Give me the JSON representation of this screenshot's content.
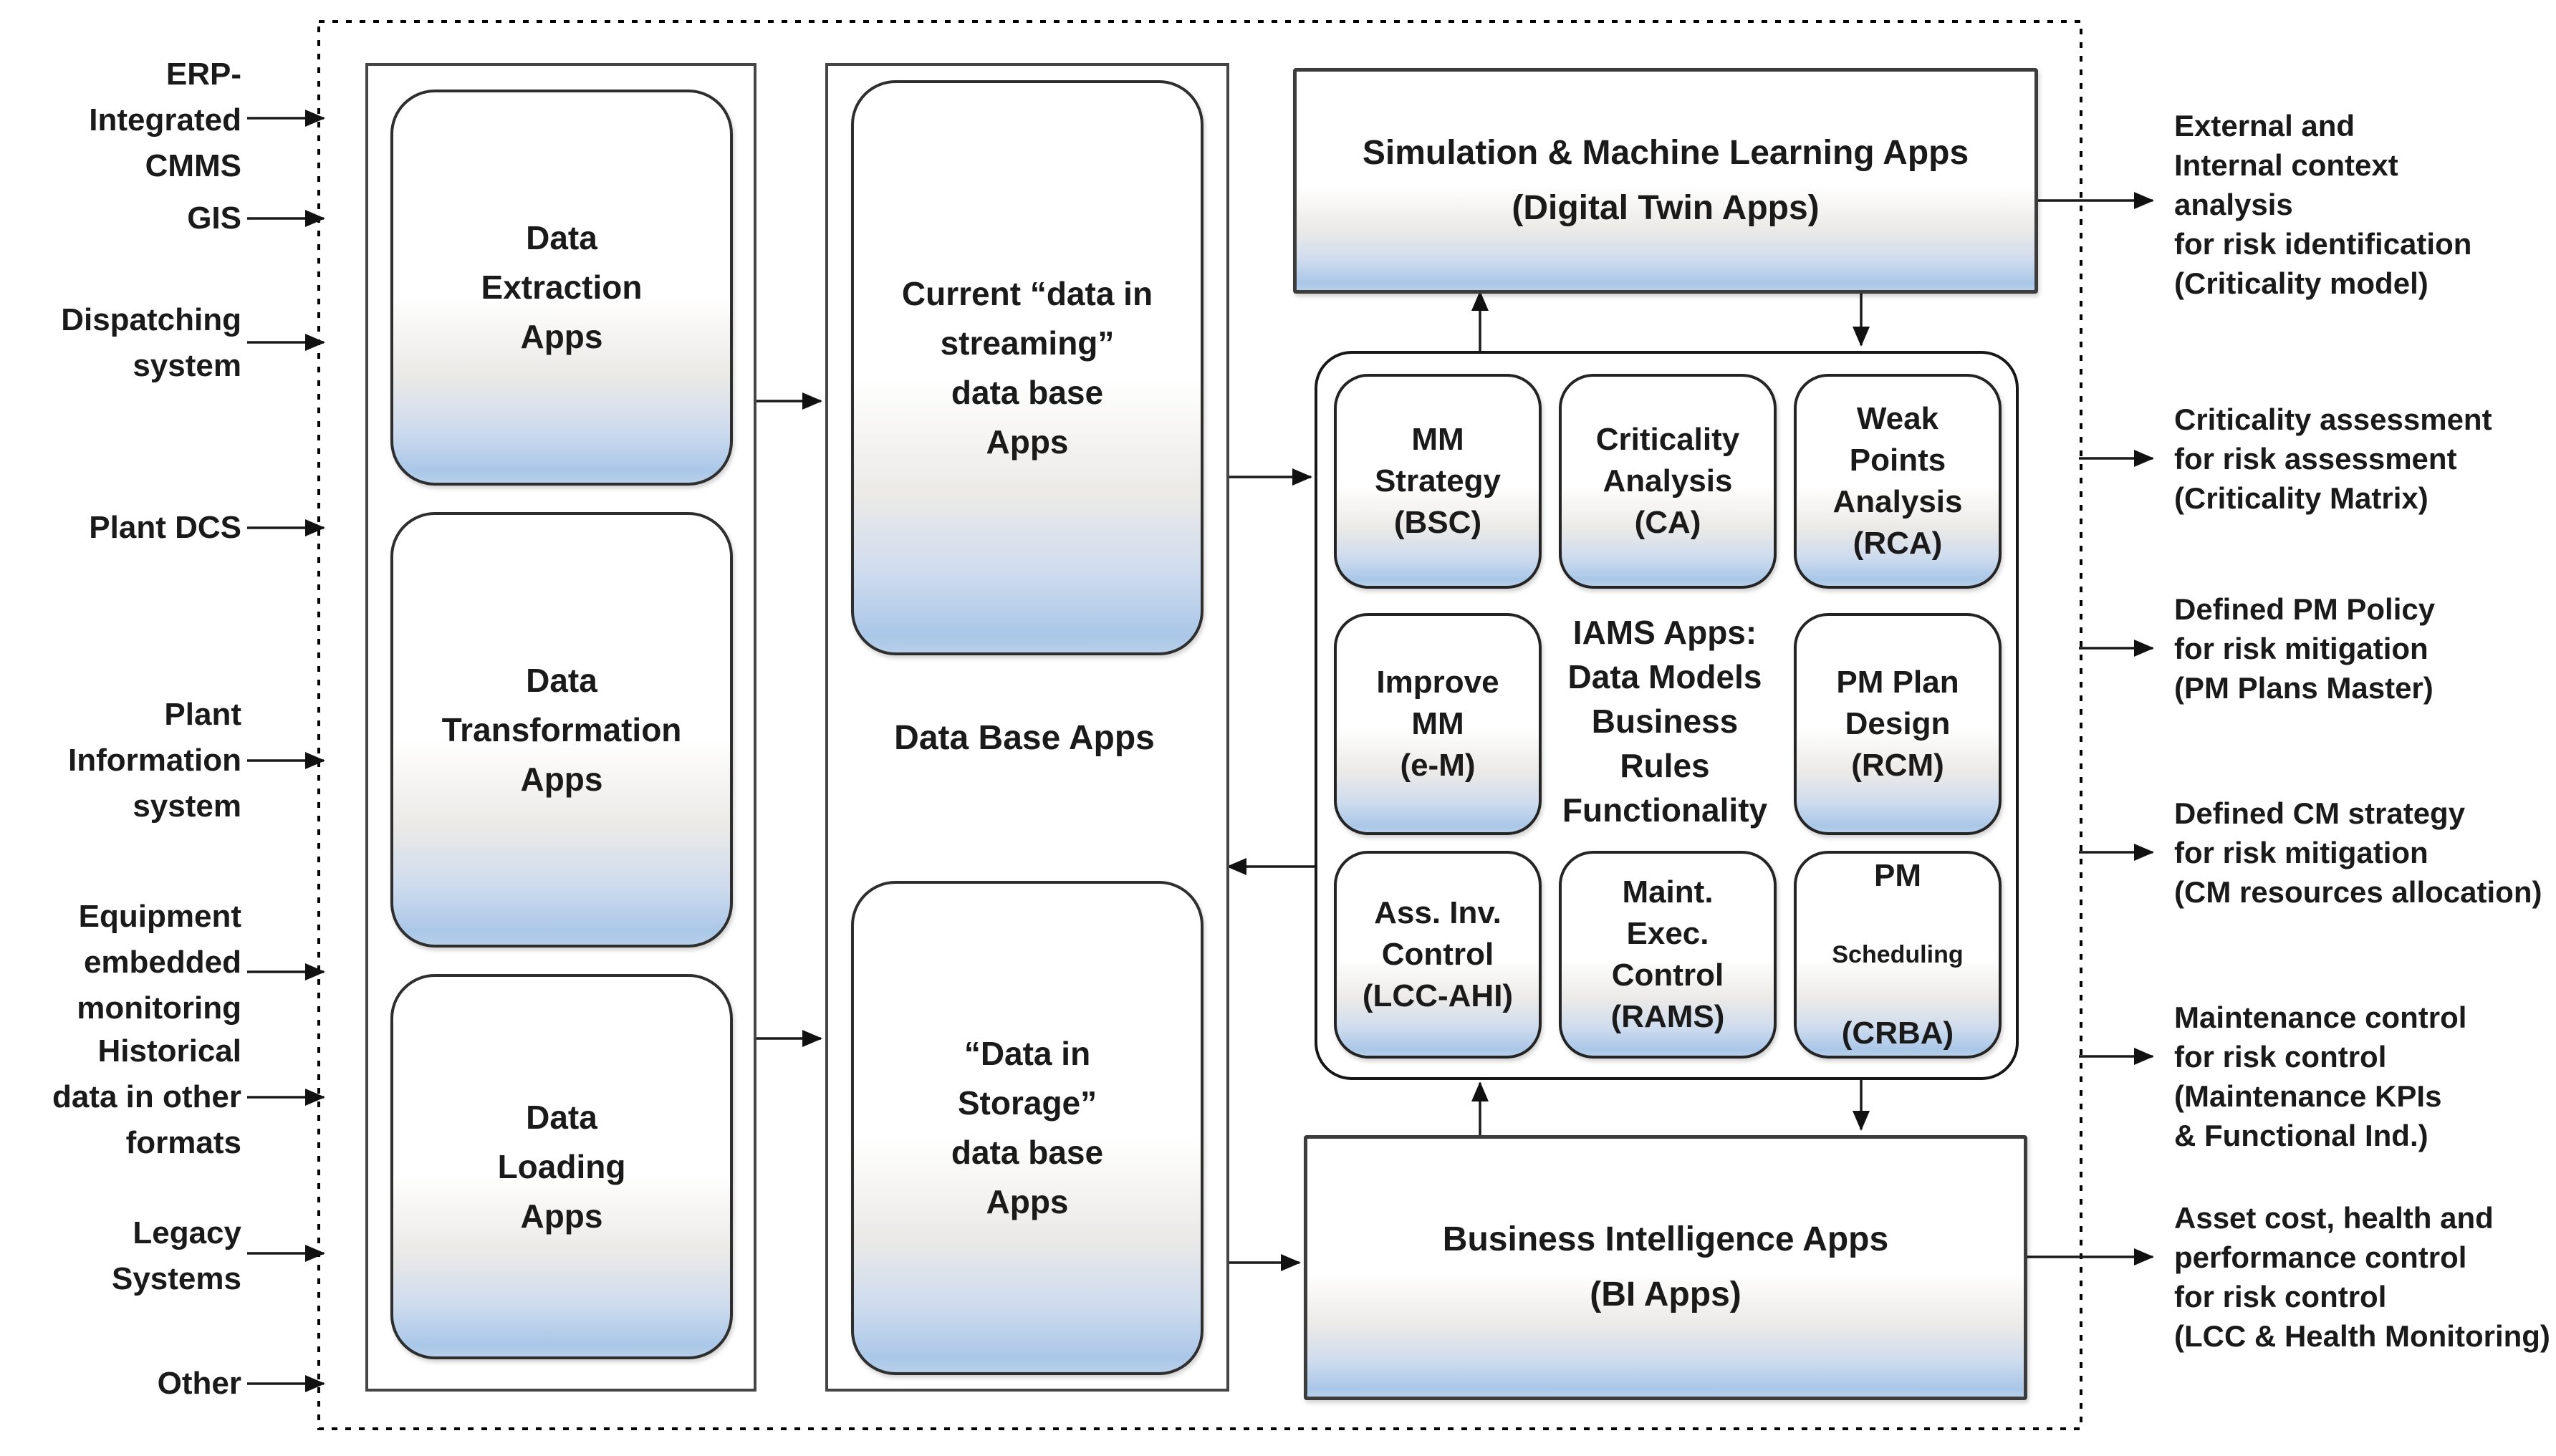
{
  "left_inputs": [
    "ERP-\nIntegrated\nCMMS",
    "GIS",
    "Dispatching\nsystem",
    "Plant DCS",
    "Plant\nInformation\nsystem",
    "Equipment\nembedded\nmonitoring",
    "Historical\ndata in other\nformats",
    "Legacy\nSystems",
    "Other"
  ],
  "pipeline": {
    "extraction": "Data\nExtraction\nApps",
    "transformation": "Data\nTransformation\nApps",
    "loading": "Data\nLoading\nApps",
    "streaming": "Current “data in\nstreaming”\ndata base\nApps",
    "database_label": "Data Base Apps",
    "storage": "“Data in\nStorage”\ndata base\nApps",
    "simulation": "Simulation & Machine Learning Apps\n(Digital Twin Apps)",
    "bi": "Business Intelligence Apps\n(BI Apps)"
  },
  "iams_grid": {
    "center_note": "IAMS Apps:\nData Models\nBusiness Rules\nFunctionality",
    "cells": [
      "MM\nStrategy\n(BSC)",
      "Criticality\nAnalysis\n(CA)",
      "Weak\nPoints\nAnalysis\n(RCA)",
      "Improve\nMM\n(e-M)",
      "PM Plan\nDesign\n(RCM)",
      "Ass. Inv.\nControl\n(LCC-AHI)",
      "Maint.\nExec.\nControl\n(RAMS)"
    ],
    "pm_scheduling": {
      "top": "PM",
      "middle": "Scheduling",
      "bottom": "(CRBA)"
    }
  },
  "right_outputs": [
    "External and\nInternal context\nanalysis\nfor risk identification\n(Criticality model)",
    "Criticality assessment\nfor risk assessment\n(Criticality Matrix)",
    "Defined PM Policy\nfor risk mitigation\n(PM Plans Master)",
    "Defined CM strategy\nfor risk mitigation\n(CM resources allocation)",
    "Maintenance control\nfor risk control\n(Maintenance KPIs\n& Functional Ind.)",
    "Asset cost, health and\nperformance control\nfor risk control\n(LCC & Health Monitoring)"
  ],
  "colors": {
    "accent_blue": "#aac7e8",
    "line_color": "#1a1a1a"
  }
}
